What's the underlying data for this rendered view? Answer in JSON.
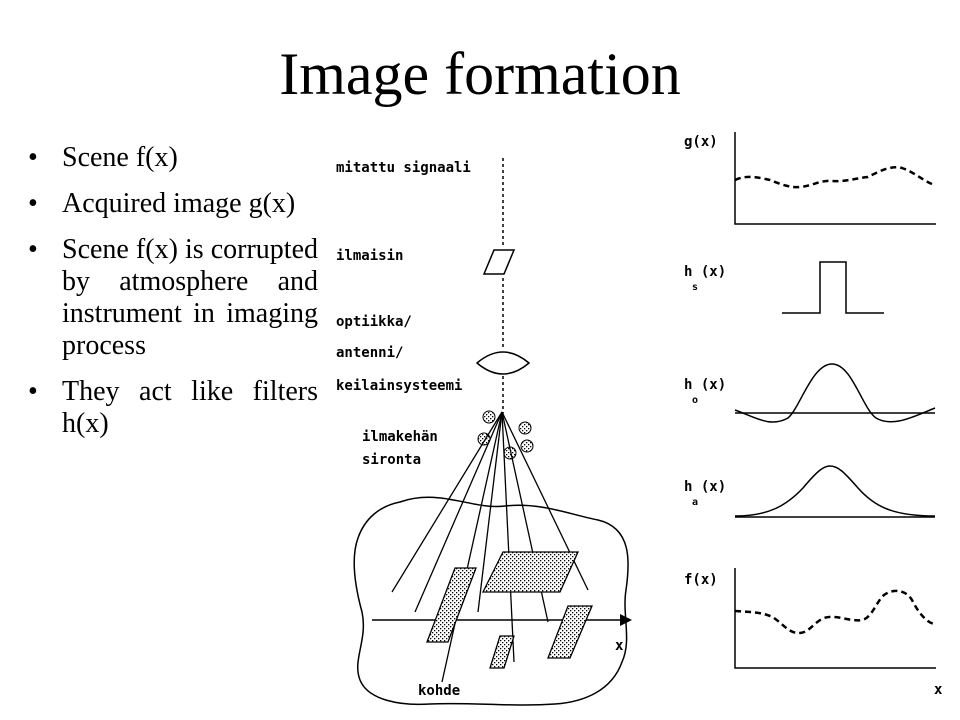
{
  "slide": {
    "title": "Image formation",
    "bullet_glyph": "•",
    "bullets": [
      "Scene f(x)",
      "Acquired image g(x)",
      "Scene f(x) is corrupted by atmosphere and instrument in imaging process",
      "They act like filters h(x)"
    ]
  },
  "diagram": {
    "labels": {
      "signal": "mitattu signaali",
      "detector": "ilmaisin",
      "optics1": "optiikka/",
      "optics2": "antenni/",
      "optics3": "keilainsysteemi",
      "atmos1": "ilmakehän",
      "atmos2": "sironta",
      "target": "kohde",
      "x_axis": "x"
    }
  },
  "plots": {
    "g": {
      "label": "g(x)",
      "sub": ""
    },
    "hs": {
      "label": "h  (x)",
      "sub": "s"
    },
    "ho": {
      "label": "h  (x)",
      "sub": "o"
    },
    "ha": {
      "label": "h  (x)",
      "sub": "a"
    },
    "f": {
      "label": "f(x)",
      "sub": ""
    },
    "x_axis": "x"
  }
}
